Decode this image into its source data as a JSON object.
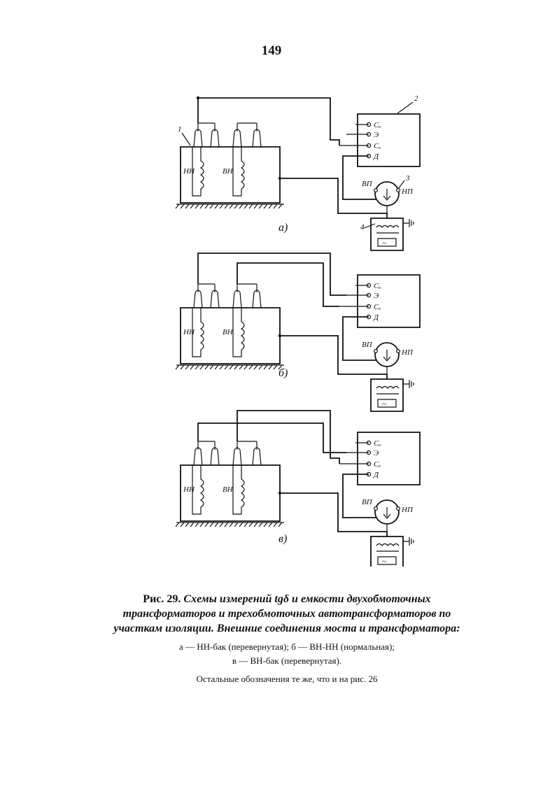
{
  "page": {
    "number": "149"
  },
  "figure": {
    "labels": {
      "LV": "НН",
      "HV": "ВН",
      "cond_Co": "Сₒ",
      "cond_E": "Э",
      "cond_Cx": "Сₓ",
      "cond_D": "Д",
      "switch_VP": "ВП",
      "switch_NP": "НП",
      "callout_1": "1",
      "callout_2": "2",
      "callout_3": "3",
      "callout_4": "4"
    },
    "subfigures": [
      "а)",
      "б)",
      "в)"
    ]
  },
  "caption": {
    "title_lead": "Рис. 29.",
    "title_text": "Схемы измерений tgδ и емкости двухобмоточных трансформаторов и трехобмоточных автотрансформаторов по участкам изоляции. Внешние соединения моста и трансформатора:",
    "legend_line1": "а — НН-бак (перевернутая); б — ВН-НН (нормальная);",
    "legend_line2": "в — ВН-бак (перевернутая).",
    "note": "Остальные обозначения те же, что и на рис. 26"
  }
}
